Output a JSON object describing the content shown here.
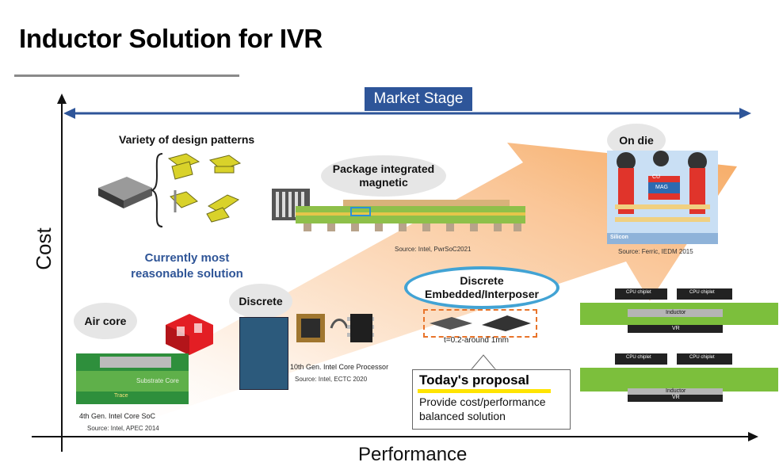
{
  "title": "Inductor Solution for IVR",
  "axes": {
    "y_label": "Cost",
    "x_label": "Performance"
  },
  "market_stage": "Market Stage",
  "labels": {
    "variety": "Variety of design patterns",
    "package": "Package integrated magnetic",
    "on_die": "On die",
    "currently_line1": "Currently most",
    "currently_line2": "reasonable solution",
    "air_core": "Air core",
    "discrete": "Discrete",
    "discrete_embedded_line1": "Discrete",
    "discrete_embedded_line2": "Embedded/Interposer",
    "thickness": "t=0.2-around 1mm",
    "tenth_gen": "10th Gen. Intel Core Processor",
    "fourth_gen": "4th Gen. Intel Core SoC",
    "substrate_core": "Substrate Core",
    "trace": "Trace",
    "mag": "MAG",
    "cu": "CU",
    "silicon": "Silicon",
    "cpu_chiplet": "CPU chiplet",
    "inductor": "Inductor",
    "vr": "VR"
  },
  "sources": {
    "pwrsoc": "Source: Intel, PwrSoC2021",
    "ferric": "Source: Ferric, IEDM 2015",
    "ectc": "Source: Intel, ECTC 2020",
    "apec": "Source: Intel, APEC 2014"
  },
  "proposal": {
    "title": "Today's proposal",
    "line1": "Provide cost/performance",
    "line2": "balanced solution"
  },
  "colors": {
    "accent_blue": "#2e5599",
    "bubble_outline": "#42a3d4",
    "arrow_orange": "#f6a55c",
    "highlight": "#ffe400",
    "pcb_green": "#7cbf3c"
  }
}
